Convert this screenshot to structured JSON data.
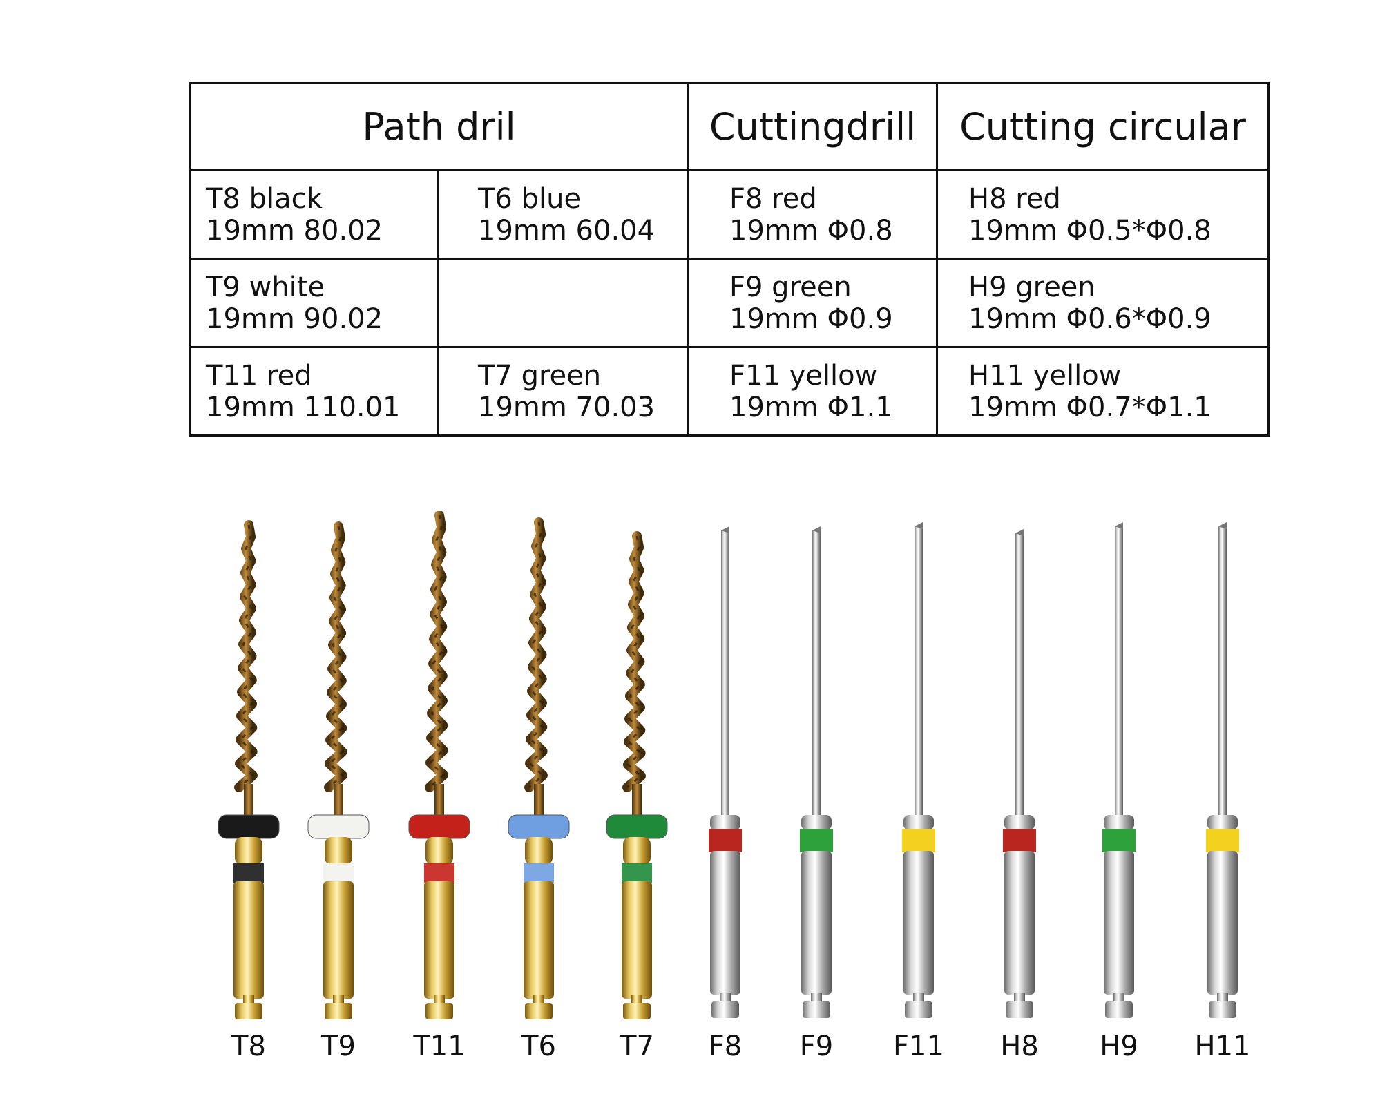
{
  "table": {
    "headers": [
      "Path dril",
      "Cuttingdrill",
      "Cutting circular"
    ],
    "rows": [
      [
        {
          "name": "T8 black",
          "spec": "19mm 80.02"
        },
        {
          "name": "T6 blue",
          "spec": "19mm 60.04"
        },
        {
          "name": "F8 red",
          "spec": "19mm Φ0.8"
        },
        {
          "name": "H8 red",
          "spec": "19mm Φ0.5*Φ0.8"
        }
      ],
      [
        {
          "name": "T9 white",
          "spec": "19mm 90.02"
        },
        {
          "name": "",
          "spec": ""
        },
        {
          "name": "F9 green",
          "spec": "19mm Φ0.9"
        },
        {
          "name": "H9 green",
          "spec": "19mm Φ0.6*Φ0.9"
        }
      ],
      [
        {
          "name": "T11 red",
          "spec": "19mm 110.01"
        },
        {
          "name": "T7 green",
          "spec": "19mm 70.03"
        },
        {
          "name": "F11 yellow",
          "spec": "19mm Φ1.1"
        },
        {
          "name": "H11 yellow",
          "spec": "19mm Φ0.7*Φ1.1"
        }
      ]
    ]
  },
  "instruments": [
    {
      "label": "T8",
      "kind": "path",
      "ring_color": "#1a1a1a"
    },
    {
      "label": "T9",
      "kind": "path",
      "ring_color": "#f2f2ee"
    },
    {
      "label": "T11",
      "kind": "path",
      "ring_color": "#c4211b"
    },
    {
      "label": "T6",
      "kind": "path",
      "ring_color": "#6f9fe0"
    },
    {
      "label": "T7",
      "kind": "path",
      "ring_color": "#1e8a3a"
    },
    {
      "label": "F8",
      "kind": "cut",
      "ring_color": "#b8261f"
    },
    {
      "label": "F9",
      "kind": "cut",
      "ring_color": "#2ea23a"
    },
    {
      "label": "F11",
      "kind": "cut",
      "ring_color": "#f2d21e"
    },
    {
      "label": "H8",
      "kind": "cut",
      "ring_color": "#b8261f"
    },
    {
      "label": "H9",
      "kind": "cut",
      "ring_color": "#2ea23a"
    },
    {
      "label": "H11",
      "kind": "cut",
      "ring_color": "#f2d21e"
    }
  ]
}
